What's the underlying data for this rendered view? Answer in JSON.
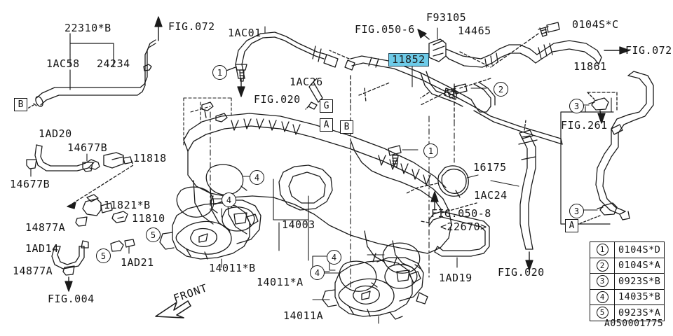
{
  "diagram": {
    "code": "A050001775",
    "orientation_marker": "FRONT",
    "highlight_color": "#6ecbe8"
  },
  "labels": {
    "l_22310b": "22310*B",
    "l_1ac58": "1AC58",
    "l_24234": "24234",
    "l_fig072_top": "FIG.072",
    "l_1ac01": "1AC01",
    "l_fig020_top": "FIG.020",
    "l_1ac26": "1AC26",
    "l_fig050_6": "FIG.050-6",
    "l_f93105": "F93105",
    "l_14465": "14465",
    "l_0104sc": "0104S*C",
    "l_fig072_right": "FIG.072",
    "l_11852": "11852",
    "l_11861": "11861",
    "l_fig261": "FIG.261",
    "l_1ad20": "1AD20",
    "l_14677b_top": "14677B",
    "l_11818": "11818",
    "l_14677b_left": "14677B",
    "l_11821b": "11821*B",
    "l_11810": "11810",
    "l_14877a_up": "14877A",
    "l_1ad14": "1AD14",
    "l_1ad21": "1AD21",
    "l_14877a_low": "14877A",
    "l_fig004": "FIG.004",
    "l_16175": "16175",
    "l_1ac24": "1AC24",
    "l_fig050_8": "FIG.050-8",
    "l_22670": "<22670>",
    "l_14003": "14003",
    "l_14011b": "14011*B",
    "l_14011a_star": "14011*A",
    "l_14011a": "14011A",
    "l_1ad19": "1AD19",
    "l_fig020_bottom": "FIG.020"
  },
  "box_marks": {
    "b_left": "B",
    "g_center": "G",
    "a_center": "A",
    "b_center": "B",
    "a_right": "A"
  },
  "circle_marks": {
    "c1_left": "1",
    "c2_top": "2",
    "c3_right": "3",
    "c1_mid": "1",
    "c3_lower": "3",
    "c4_a": "4",
    "c4_b": "4",
    "c4_c": "4",
    "c4_d": "4",
    "c5_a": "5",
    "c5_b": "5"
  },
  "legend": {
    "rows": [
      {
        "num": "1",
        "code": "0104S*D"
      },
      {
        "num": "2",
        "code": "0104S*A"
      },
      {
        "num": "3",
        "code": "0923S*B"
      },
      {
        "num": "4",
        "code": "14035*B"
      },
      {
        "num": "5",
        "code": "0923S*A"
      }
    ]
  }
}
